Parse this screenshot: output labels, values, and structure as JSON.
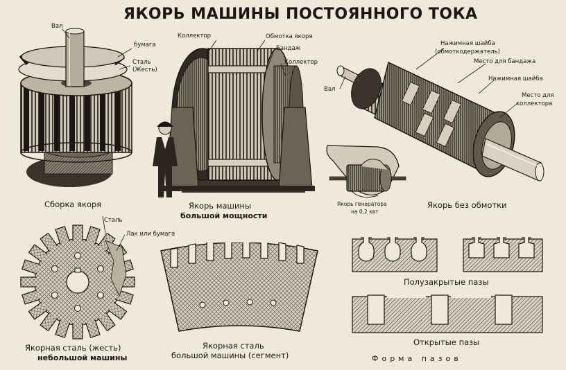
{
  "title": "ЯКОРЬ МАШИНЫ ПОСТОЯННОГО ТОКА",
  "assembly": {
    "caption": "Сборка якоря",
    "labels": {
      "shaft": "Вал",
      "paper": "бумага",
      "steel": "Сталь",
      "tin": "(Жесть)"
    }
  },
  "large_machine": {
    "caption_line1": "Якорь машины",
    "caption_line2": "большой мощности",
    "labels": {
      "collector_left": "Коллектор",
      "winding": "Обмотка якоря",
      "band": "Бандаж",
      "collector_right": "Коллектор"
    }
  },
  "bare_armature": {
    "caption": "Якорь без обмотки",
    "labels": {
      "pressure_washer": "Нажимная шайба",
      "winding_holder": "(обмоткодержатель)",
      "band_place": "Место для бандажа",
      "pressure_washer_2": "Нажимная шайба",
      "collector_place_1": "Место для",
      "collector_place_2": "коллектора",
      "shaft": "Вал"
    }
  },
  "generator": {
    "caption_line1": "Якорь генератора",
    "caption_line2": "на 0,2 квт"
  },
  "small_disc": {
    "caption_line1": "Якорная сталь (жесть)",
    "caption_line2": "небольшой машины",
    "labels": {
      "steel": "Сталь",
      "lacquer": "Лак или бумага"
    }
  },
  "segment": {
    "caption_line1": "Якорная сталь",
    "caption_line2": "большой машины (сегмент)"
  },
  "slots": {
    "half_closed": "Полузакрытые пазы",
    "open": "Открытые пазы",
    "section_title": "Форма пазов"
  }
}
